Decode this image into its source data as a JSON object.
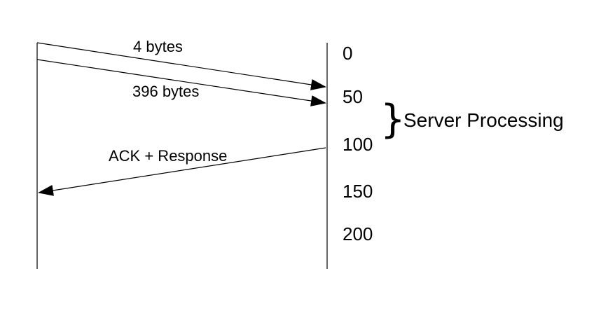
{
  "diagram": {
    "messages": [
      {
        "label": "4 bytes",
        "direction": "client-to-server"
      },
      {
        "label": "396 bytes",
        "direction": "client-to-server"
      },
      {
        "label": "ACK + Response",
        "direction": "server-to-client"
      }
    ],
    "time_ticks": [
      "0",
      "50",
      "100",
      "150",
      "200"
    ],
    "annotation": {
      "brace": "}",
      "label": "Server Processing"
    },
    "colors": {
      "line": "#000000",
      "text": "#000000",
      "background": "#ffffff"
    }
  }
}
